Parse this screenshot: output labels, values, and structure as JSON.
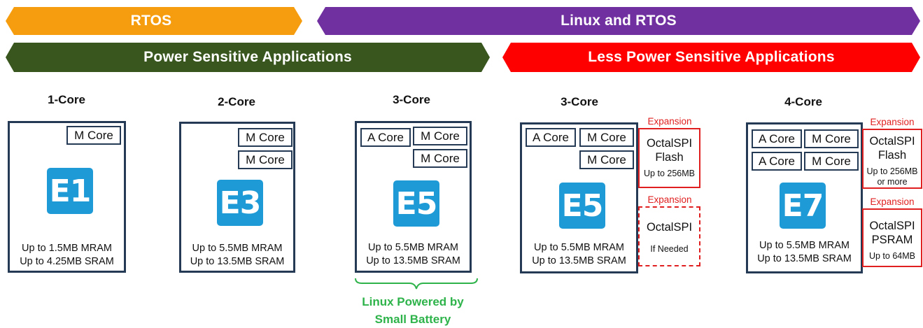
{
  "banners": {
    "rtos": "RTOS",
    "linux_rtos": "Linux and RTOS",
    "power_sensitive": "Power Sensitive Applications",
    "less_power_sensitive": "Less Power Sensitive Applications"
  },
  "colors": {
    "rtos": "#f59d0e",
    "linux_rtos": "#7030a0",
    "power_sensitive": "#38561d",
    "less_power_sensitive": "#ff0000",
    "chip_border": "#243a55",
    "logo": "#1e9ad6",
    "expansion": "#e02020",
    "battery_text": "#2db34a"
  },
  "devices": [
    {
      "title": "1-Core",
      "cores": [
        "M Core"
      ],
      "logo": "E1",
      "memory": [
        "Up to 1.5MB MRAM",
        "Up to 4.25MB SRAM"
      ]
    },
    {
      "title": "2-Core",
      "cores": [
        "M Core",
        "M Core"
      ],
      "logo": "E3",
      "memory": [
        "Up to 5.5MB MRAM",
        "Up to 13.5MB SRAM"
      ]
    },
    {
      "title": "3-Core",
      "cores": [
        "A Core",
        "M Core",
        "M Core"
      ],
      "logo": "E5",
      "memory": [
        "Up to 5.5MB MRAM",
        "Up to 13.5MB SRAM"
      ],
      "note": [
        "Linux Powered by",
        "Small Battery"
      ]
    },
    {
      "title": "3-Core",
      "cores": [
        "A Core",
        "M Core",
        "M Core"
      ],
      "logo": "E5",
      "memory": [
        "Up to 5.5MB MRAM",
        "Up to 13.5MB SRAM"
      ],
      "expansions": [
        {
          "label": "Expansion",
          "name": [
            "OctalSPI",
            "Flash"
          ],
          "detail": [
            "Up to 256MB"
          ],
          "style": "solid"
        },
        {
          "label": "Expansion",
          "name": [
            "OctalSPI"
          ],
          "detail": [
            "If Needed"
          ],
          "style": "dashed"
        }
      ]
    },
    {
      "title": "4-Core",
      "cores": [
        "A Core",
        "M Core",
        "A Core",
        "M Core"
      ],
      "logo": "E7",
      "memory": [
        "Up to 5.5MB MRAM",
        "Up to 13.5MB SRAM"
      ],
      "expansions": [
        {
          "label": "Expansion",
          "name": [
            "OctalSPI",
            "Flash"
          ],
          "detail": [
            "Up to 256MB",
            "or more"
          ],
          "style": "solid"
        },
        {
          "label": "Expansion",
          "name": [
            "OctalSPI",
            "PSRAM"
          ],
          "detail": [
            "Up to 64MB"
          ],
          "style": "solid"
        }
      ]
    }
  ]
}
